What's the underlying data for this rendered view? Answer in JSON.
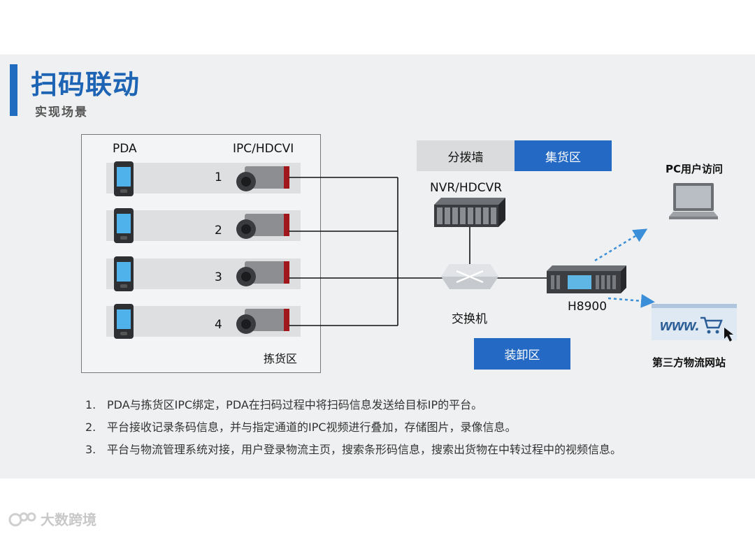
{
  "header": {
    "title": "扫码联动",
    "subtitle": "实现场景"
  },
  "picking_area": {
    "pda_header": "PDA",
    "camera_header": "IPC/HDCVI",
    "zone_label": "拣货区",
    "rows": [
      {
        "num": "1"
      },
      {
        "num": "2"
      },
      {
        "num": "3"
      },
      {
        "num": "4"
      }
    ]
  },
  "zones": {
    "sort_wall": "分拨墙",
    "collection": "集货区",
    "loading": "装卸区"
  },
  "devices": {
    "nvr": "NVR/HDCVR",
    "switch": "交换机",
    "platform": "H8900"
  },
  "targets": {
    "pc": "PC用户访问",
    "third_party": "第三方物流网站"
  },
  "notes": [
    {
      "num": "1.",
      "text": "PDA与拣货区IPC绑定，PDA在扫码过程中将扫码信息发送给目标IP的平台。"
    },
    {
      "num": "2.",
      "text": "平台接收记录条码信息，并与指定通道的IPC视频进行叠加，存储图片，录像信息。"
    },
    {
      "num": "3.",
      "text": "平台与物流管理系统对接，用户登录物流主页，搜索条形码信息，搜索出货物在中转过程中的视频信息。"
    }
  ],
  "watermark": {
    "text": "大数跨境"
  },
  "icons": [
    "pda-icon",
    "camera-icon",
    "nvr-icon",
    "switch-icon",
    "platform-icon",
    "laptop-icon",
    "website-icon"
  ],
  "colors": {
    "accent": "#1f6cc1",
    "zone_blue": "#2469c4",
    "arrow_blue": "#3a8fd8"
  }
}
